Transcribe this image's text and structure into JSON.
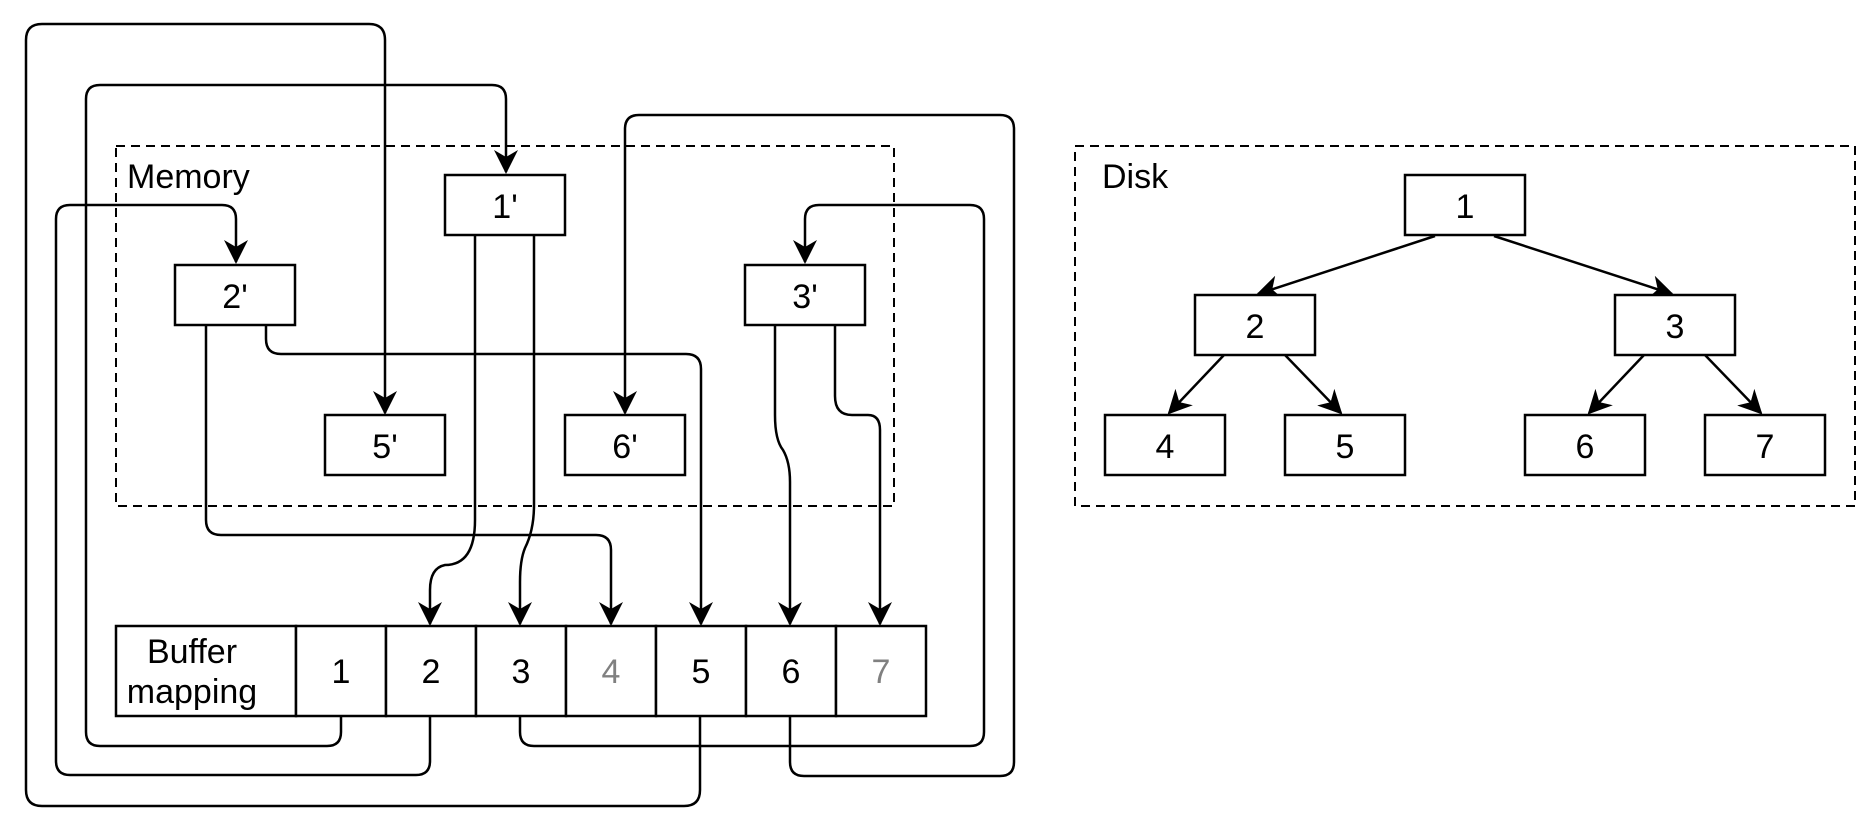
{
  "memory": {
    "label": "Memory",
    "nodes": {
      "n1": "1'",
      "n2": "2'",
      "n3": "3'",
      "n5": "5'",
      "n6": "6'"
    }
  },
  "disk": {
    "label": "Disk",
    "nodes": {
      "n1": "1",
      "n2": "2",
      "n3": "3",
      "n4": "4",
      "n5": "5",
      "n6": "6",
      "n7": "7"
    }
  },
  "buffer": {
    "label_line1": "Buffer",
    "label_line2": "mapping",
    "cells": [
      {
        "text": "1",
        "mapped": true
      },
      {
        "text": "2",
        "mapped": true
      },
      {
        "text": "3",
        "mapped": true
      },
      {
        "text": "4",
        "mapped": false
      },
      {
        "text": "5",
        "mapped": true
      },
      {
        "text": "6",
        "mapped": true
      },
      {
        "text": "7",
        "mapped": false
      }
    ]
  },
  "colors": {
    "stroke": "#000000",
    "unmapped_text": "#808080",
    "background": "#ffffff"
  }
}
